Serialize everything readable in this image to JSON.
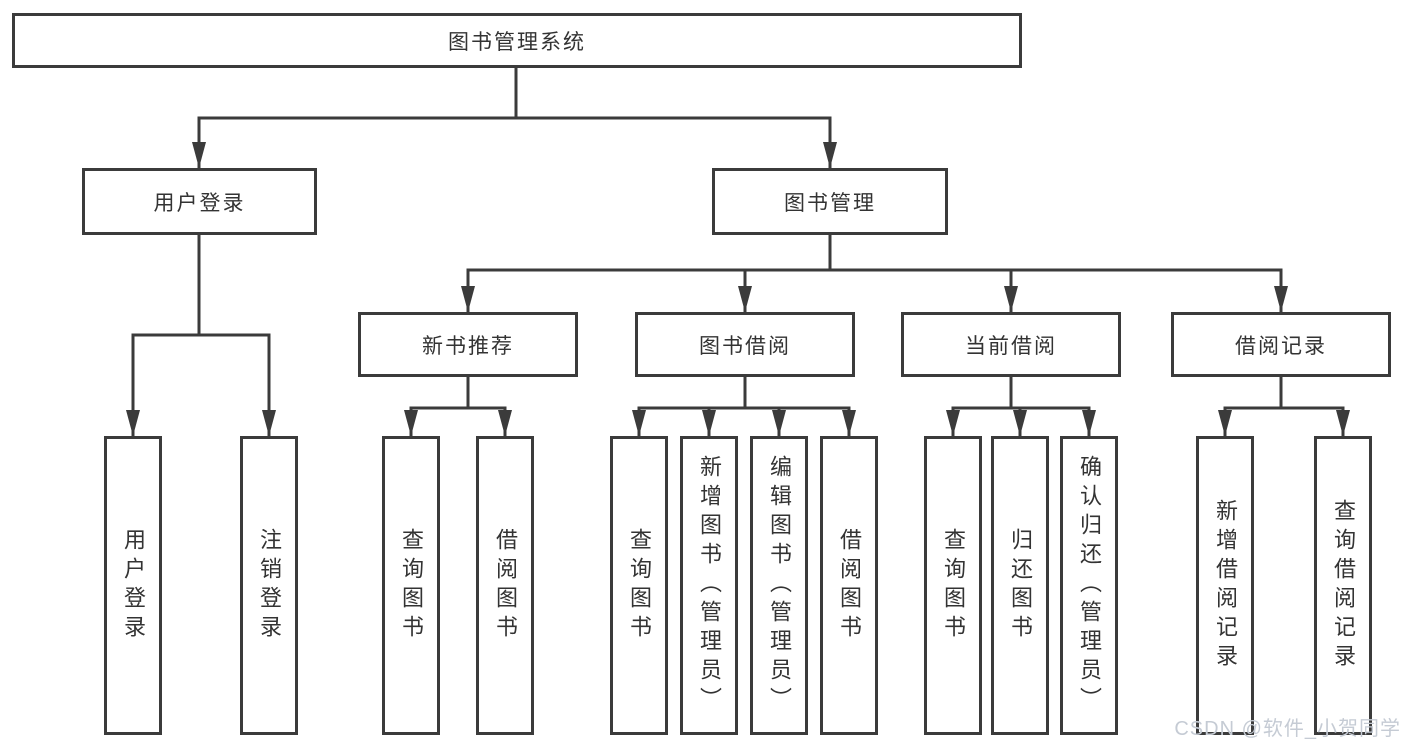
{
  "diagram": {
    "title": "图书管理系统",
    "root": {
      "label": "图书管理系统"
    },
    "level2": [
      {
        "label": "用户登录"
      },
      {
        "label": "图书管理"
      }
    ],
    "level3": [
      {
        "label": "新书推荐",
        "parent": "图书管理"
      },
      {
        "label": "图书借阅",
        "parent": "图书管理"
      },
      {
        "label": "当前借阅",
        "parent": "图书管理"
      },
      {
        "label": "借阅记录",
        "parent": "图书管理"
      }
    ],
    "leaves": [
      {
        "label": "用户登录",
        "parent": "用户登录"
      },
      {
        "label": "注销登录",
        "parent": "用户登录"
      },
      {
        "label": "查询图书",
        "parent": "新书推荐"
      },
      {
        "label": "借阅图书",
        "parent": "新书推荐"
      },
      {
        "label": "查询图书",
        "parent": "图书借阅"
      },
      {
        "label": "新增图书（管理员）",
        "parent": "图书借阅"
      },
      {
        "label": "编辑图书（管理员）",
        "parent": "图书借阅"
      },
      {
        "label": "借阅图书",
        "parent": "图书借阅"
      },
      {
        "label": "查询图书",
        "parent": "当前借阅"
      },
      {
        "label": "归还图书",
        "parent": "当前借阅"
      },
      {
        "label": "确认归还（管理员）",
        "parent": "当前借阅"
      },
      {
        "label": "新增借阅记录",
        "parent": "借阅记录"
      },
      {
        "label": "查询借阅记录",
        "parent": "借阅记录"
      }
    ],
    "watermark": "CSDN @软件_小贺同学",
    "colors": {
      "line": "#3b3b3b",
      "box_border": "#3b3b3b",
      "text": "#333333",
      "watermark": "#c5cbd4",
      "background": "#ffffff"
    }
  }
}
